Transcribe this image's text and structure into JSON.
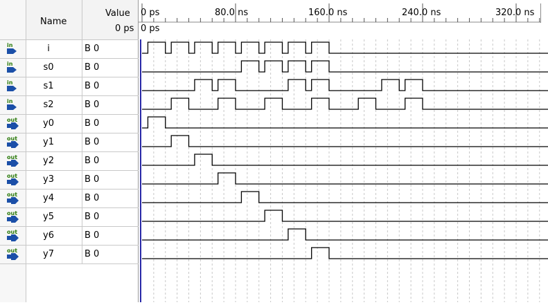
{
  "header": {
    "name_label": "Name",
    "value_label": "Value",
    "value_time": "0 ps",
    "cursor_time": "0 ps"
  },
  "ruler": {
    "ticks": [
      "0 ps",
      "80.0 ns",
      "160.0 ns",
      "240.0 ns",
      "320.0 ns"
    ]
  },
  "signals": [
    {
      "dir": "in",
      "name": "i",
      "value": "B 0"
    },
    {
      "dir": "in",
      "name": "s0",
      "value": "B 0"
    },
    {
      "dir": "in",
      "name": "s1",
      "value": "B 0"
    },
    {
      "dir": "in",
      "name": "s2",
      "value": "B 0"
    },
    {
      "dir": "out",
      "name": "y0",
      "value": "B 0"
    },
    {
      "dir": "out",
      "name": "y1",
      "value": "B 0"
    },
    {
      "dir": "out",
      "name": "y2",
      "value": "B 0"
    },
    {
      "dir": "out",
      "name": "y3",
      "value": "B 0"
    },
    {
      "dir": "out",
      "name": "y4",
      "value": "B 0"
    },
    {
      "dir": "out",
      "name": "y5",
      "value": "B 0"
    },
    {
      "dir": "out",
      "name": "y6",
      "value": "B 0"
    },
    {
      "dir": "out",
      "name": "y7",
      "value": "B 0"
    }
  ],
  "waveforms_ns": {
    "i": [
      [
        5,
        20
      ],
      [
        25,
        40
      ],
      [
        45,
        60
      ],
      [
        65,
        80
      ],
      [
        85,
        100
      ],
      [
        105,
        120
      ],
      [
        125,
        140
      ],
      [
        145,
        160
      ]
    ],
    "s0": [
      [
        85,
        100
      ],
      [
        105,
        120
      ],
      [
        125,
        140
      ],
      [
        145,
        160
      ]
    ],
    "s1": [
      [
        45,
        60
      ],
      [
        65,
        80
      ],
      [
        125,
        140
      ],
      [
        145,
        160
      ],
      [
        205,
        220
      ],
      [
        225,
        240
      ]
    ],
    "s2": [
      [
        25,
        40
      ],
      [
        65,
        80
      ],
      [
        105,
        120
      ],
      [
        145,
        160
      ],
      [
        185,
        200
      ],
      [
        225,
        240
      ]
    ],
    "y0": [
      [
        5,
        20
      ]
    ],
    "y1": [
      [
        25,
        40
      ]
    ],
    "y2": [
      [
        45,
        60
      ]
    ],
    "y3": [
      [
        65,
        80
      ]
    ],
    "y4": [
      [
        85,
        100
      ]
    ],
    "y5": [
      [
        105,
        120
      ]
    ],
    "y6": [
      [
        125,
        140
      ]
    ],
    "y7": [
      [
        145,
        160
      ]
    ]
  },
  "colors": {
    "icon_in": "#1b4fa8",
    "icon_out": "#1b4fa8",
    "icon_label": "#2b7a0b",
    "cursor": "#2a2aa8",
    "wave": "#000000",
    "grid": "#c8c8c8"
  }
}
